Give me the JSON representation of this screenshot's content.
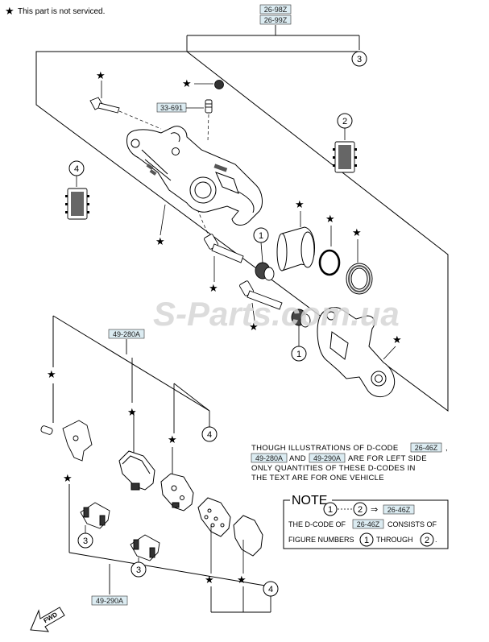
{
  "legend": {
    "star_meaning": "This part is not serviced."
  },
  "codes": {
    "top_left": "26-98Z",
    "top_right": "26-99Z",
    "bolt": "33-691",
    "pad_left": "49-280A",
    "clip_right": "49-290A"
  },
  "callouts": {
    "c1": "1",
    "c2": "2",
    "c3": "3",
    "c4": "4"
  },
  "description": {
    "line1_pre": "THOUGH ILLUSTRATIONS OF D-CODE",
    "line1_code": "26-46Z",
    "line2_code_a": "49-280A",
    "line2_and": "AND",
    "line2_code_b": "49-290A",
    "line2_post": "ARE FOR LEFT SIDE",
    "line3": "ONLY QUANTITIES OF THESE D-CODES IN",
    "line4": "THE TEXT ARE FOR ONE VEHICLE"
  },
  "note": {
    "title": "NOTE",
    "range_from": "1",
    "range_to": "2",
    "range_code": "26-46Z",
    "line2_pre": "THE D-CODE OF",
    "line2_code": "26-46Z",
    "line2_post": "CONSISTS OF",
    "line3_pre": "FIGURE NUMBERS",
    "line3_from": "1",
    "line3_mid": "THROUGH",
    "line3_to": "2"
  },
  "fwd_label": "FWD",
  "watermark": "S-Parts.com.ua"
}
